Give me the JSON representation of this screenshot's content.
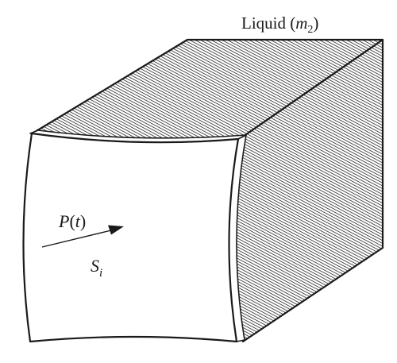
{
  "labels": {
    "liquid_word": "Liquid",
    "liquid_var": "m",
    "liquid_sub": "2",
    "pressure_var": "P",
    "pressure_arg": "t",
    "surface_var": "S",
    "surface_sub": "i"
  },
  "colors": {
    "line": "#1a1a1a",
    "hatch": "#1a1a1a",
    "background": "#ffffff"
  }
}
